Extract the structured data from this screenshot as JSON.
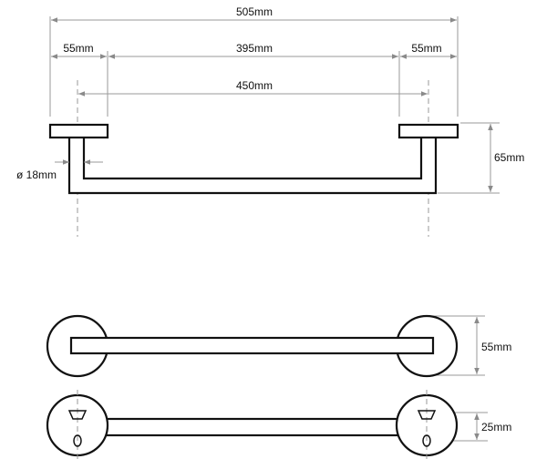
{
  "dimensions": {
    "overall_length": "505mm",
    "left_flange_width": "55mm",
    "bar_span": "395mm",
    "right_flange_width": "55mm",
    "center_distance": "450mm",
    "tube_diameter": "ø 18mm",
    "projection_depth": "65mm",
    "flange_diameter": "55mm",
    "fixing_offset": "25mm"
  }
}
